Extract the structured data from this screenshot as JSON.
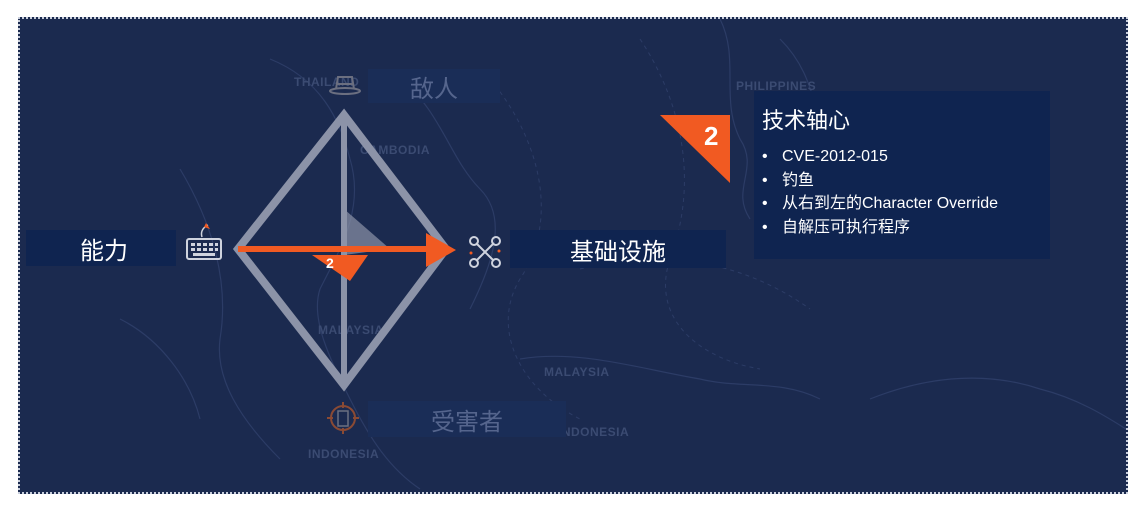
{
  "diagram": {
    "adversary_label": "敌人",
    "capability_label": "能力",
    "infrastructure_label": "基础设施",
    "victim_label": "受害者",
    "badge_number_small": "2",
    "badge_number_large": "2"
  },
  "map_labels": [
    "THAILAND",
    "CAMBODIA",
    "PHILIPPINES",
    "MALAYSIA",
    "MALAYSIA",
    "INDONESIA",
    "INDONESIA"
  ],
  "detail_panel": {
    "title": "技术轴心",
    "items": [
      "CVE-2012-015",
      "钓鱼",
      "从右到左的Character Override",
      "自解压可执行程序"
    ]
  },
  "colors": {
    "background": "#1b2a4f",
    "box": "#0f2450",
    "accent_orange": "#f15a22",
    "diamond_gray": "#8c93a8"
  },
  "icons": {
    "adversary": "hat-spy-icon",
    "capability": "keyboard-bomb-icon",
    "infrastructure": "network-nodes-icon",
    "victim": "building-target-icon"
  }
}
